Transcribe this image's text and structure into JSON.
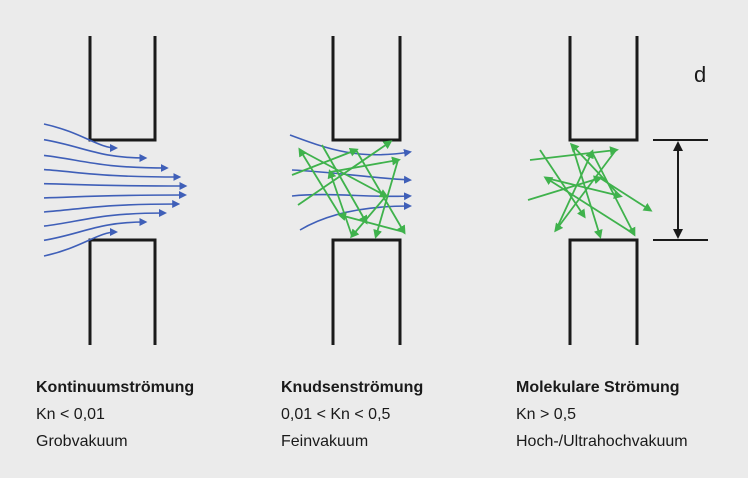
{
  "regimes": [
    {
      "title": "Kontinuumströmung",
      "condition": "Kn < 0,01",
      "vacuum": "Grobvakuum"
    },
    {
      "title": "Knudsenströmung",
      "condition": "0,01 < Kn < 0,5",
      "vacuum": "Feinvakuum"
    },
    {
      "title": "Molekulare Strömung",
      "condition": "Kn > 0,5",
      "vacuum": "Hoch-/Ultrahochvakuum"
    }
  ],
  "dimension_label": "d",
  "colors": {
    "background": "#ebebeb",
    "wall": "#1a1a1a",
    "flow_blue": "#3f5fb8",
    "molecule_green": "#3fb24c"
  }
}
